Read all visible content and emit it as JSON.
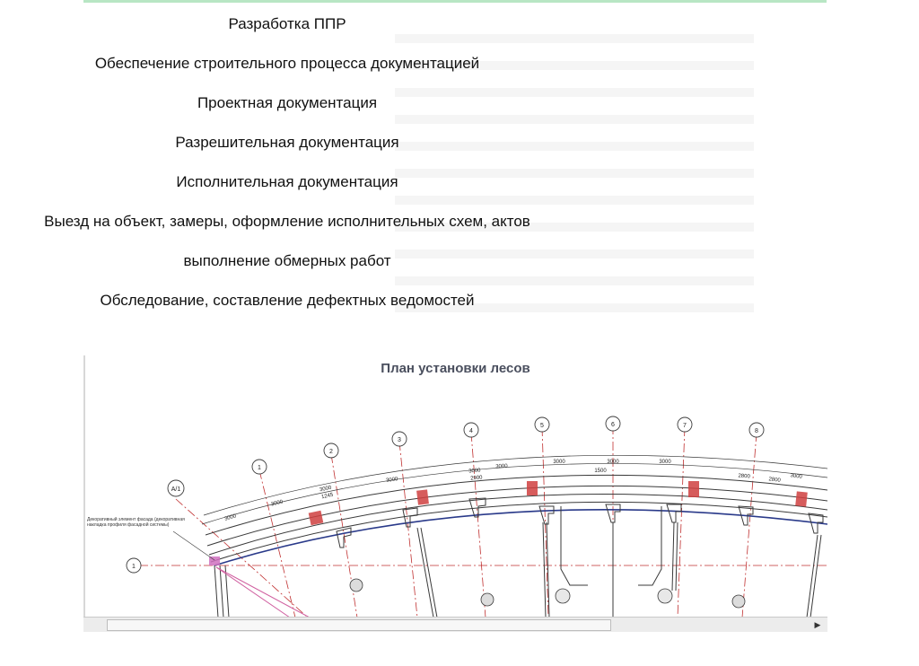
{
  "services": [
    "Разработка ППР",
    "Обеспечение строительного процесса документацией",
    "Проектная документация",
    "Разрешительная документация",
    "Исполнительная документация",
    "Выезд на объект, замеры, оформление исполнительных схем, актов",
    "выполнение обмерных работ",
    "Обследование, составление дефектных ведомостей"
  ],
  "drawing": {
    "title": "План установки лесов",
    "axis_labels": [
      "А/1",
      "1",
      "2",
      "3",
      "4",
      "5",
      "6",
      "7",
      "8",
      "1"
    ],
    "dimensions": [
      "3000",
      "3000",
      "3000",
      "3000",
      "3000",
      "3000",
      "3000",
      "3000",
      "3000",
      "1245",
      "2900",
      "1500",
      "2800",
      "2800",
      "3000"
    ],
    "note": "Декоративный элемент фасада (декоративная накладка профиля фасадной системы)"
  },
  "scrollbar": {
    "right_arrow": "▶"
  },
  "colors": {
    "line": "#3a3a3a",
    "axis": "#c03030",
    "hatch": "#d04040",
    "topline": "#b8e6c4"
  }
}
